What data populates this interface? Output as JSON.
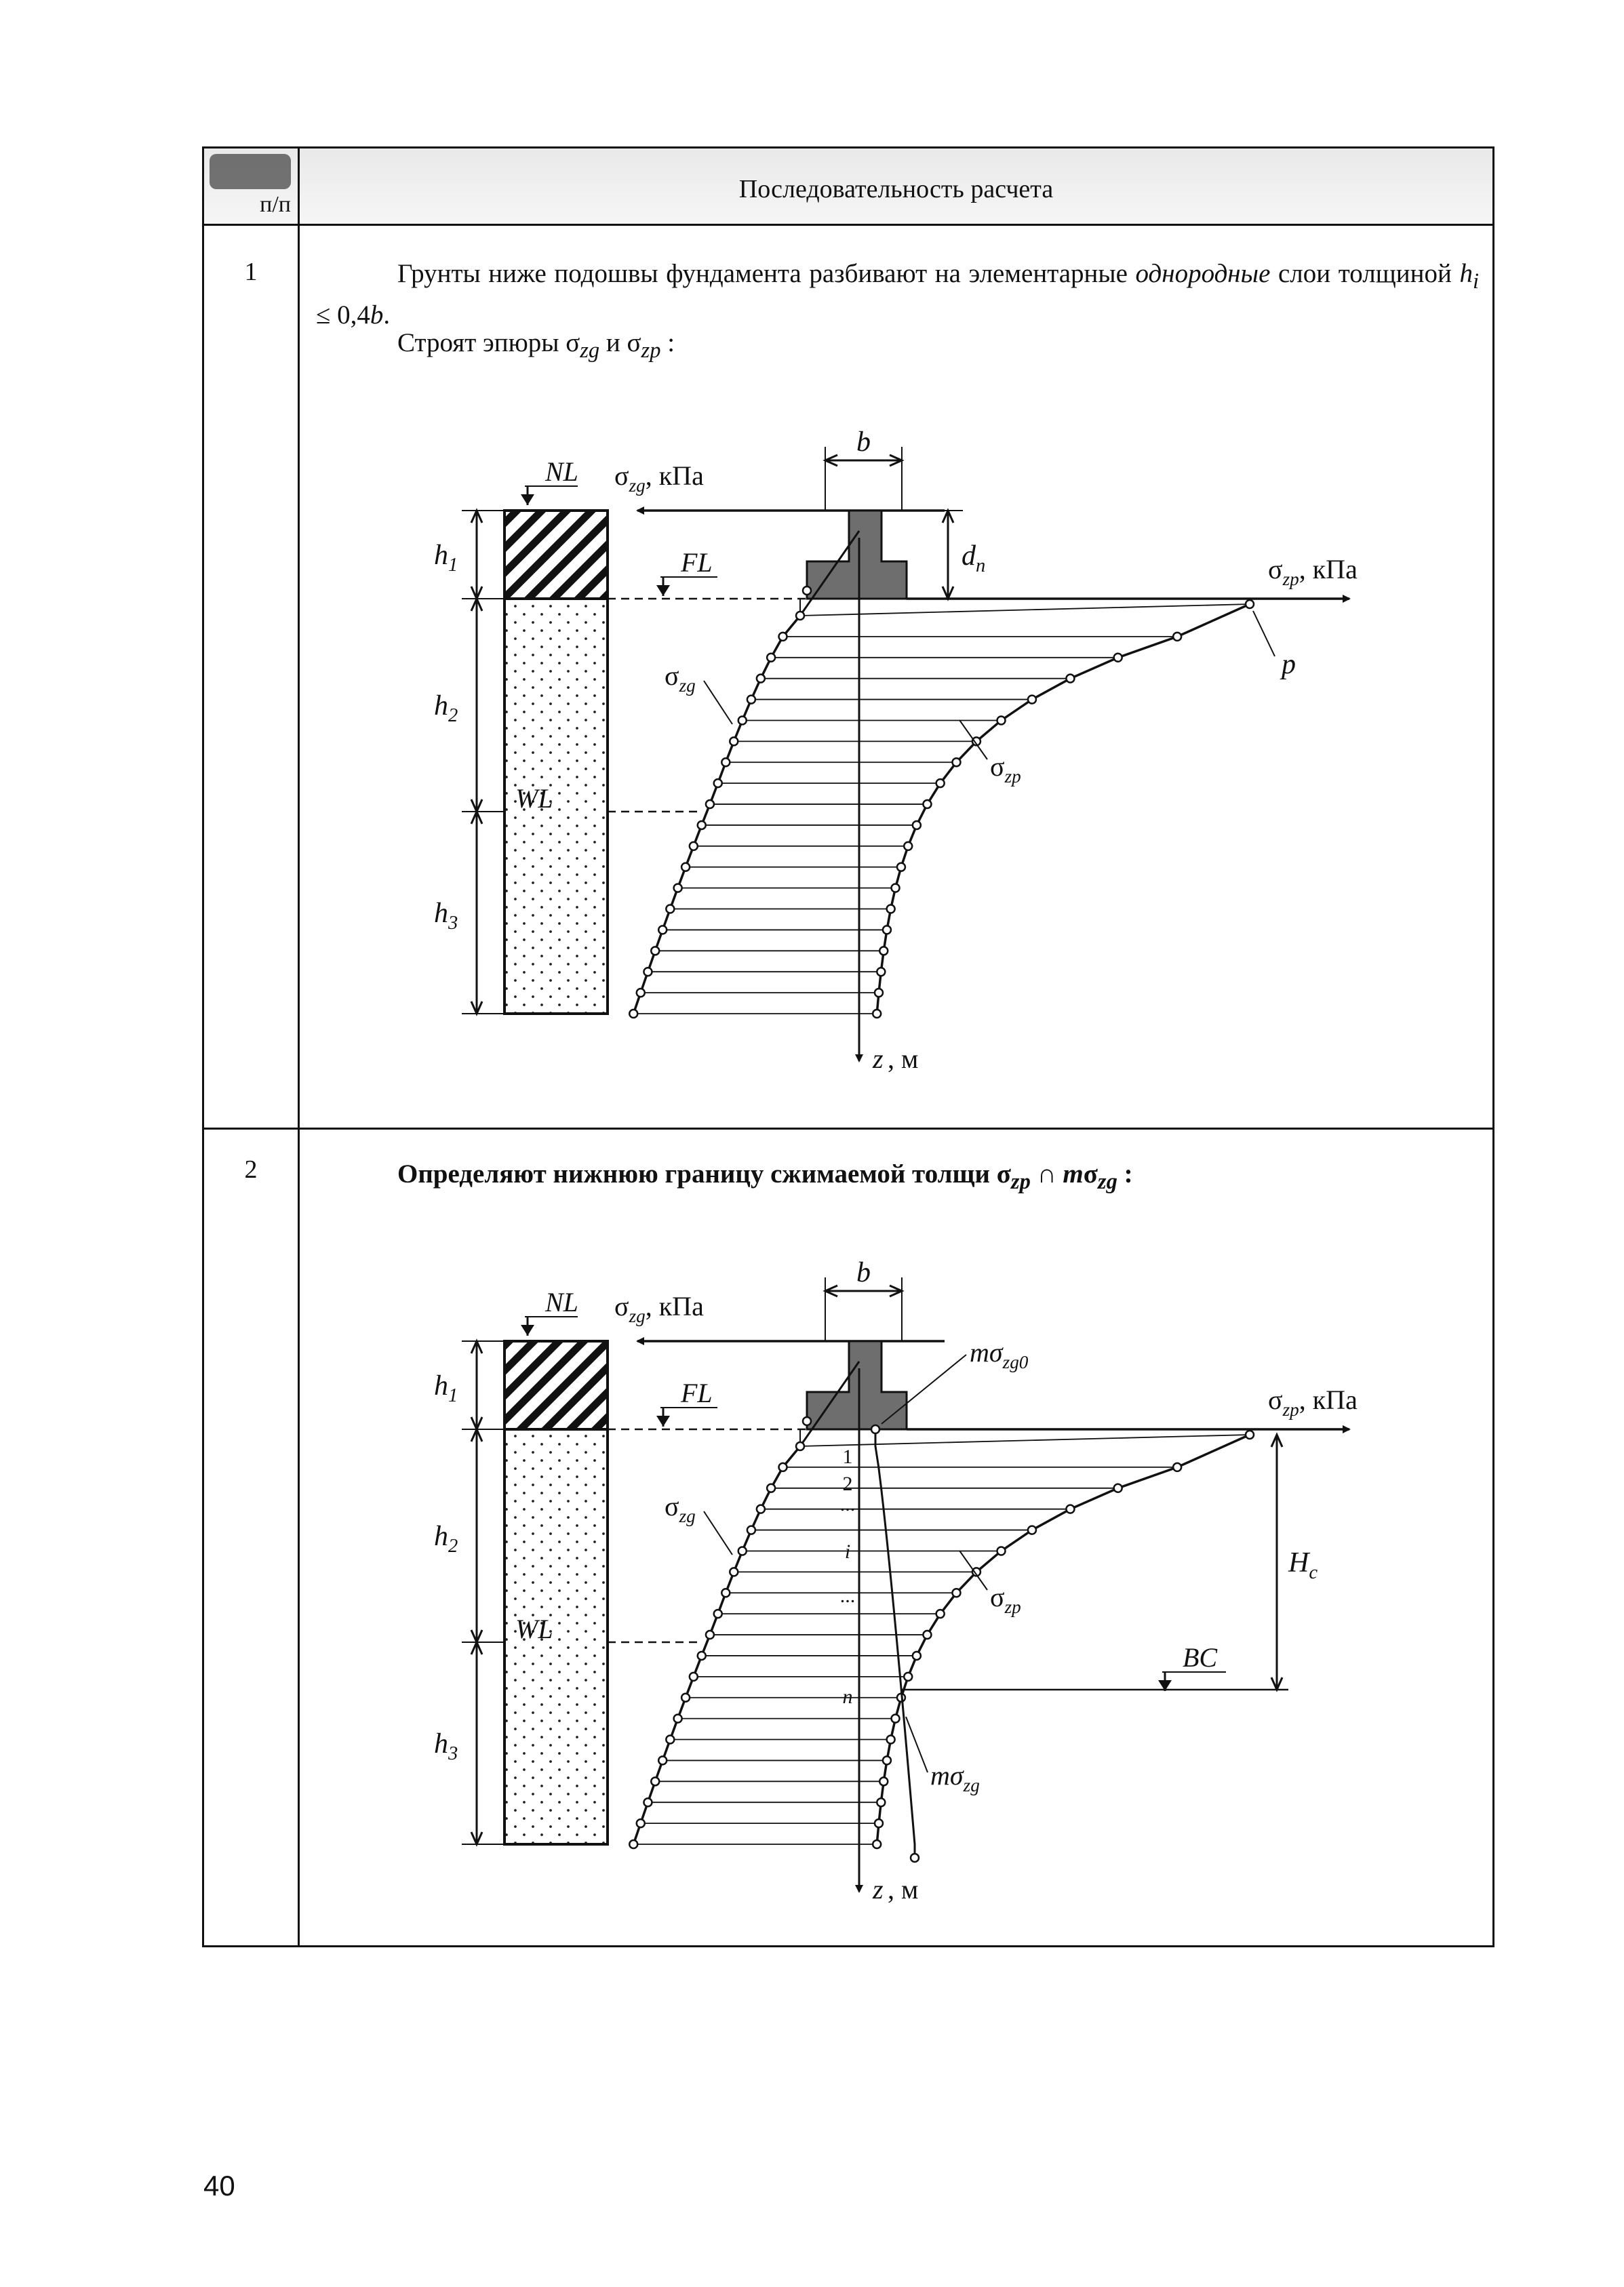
{
  "header": {
    "num_label": "п/п",
    "title": "Последовательность расчета"
  },
  "rows": [
    {
      "number": "1",
      "line1_a": "Грунты ниже подошвы фундамента разбивают на элементарные ",
      "line1_italic": "однородные",
      "line1_b": " слои толщиной ",
      "line1_formula": "h",
      "line1_sub": "i",
      "line1_c": " ≤ 0,4",
      "line1_b_italic": "b",
      "line1_end": ".",
      "line2_a": "Строят эпюры σ",
      "line2_sub1": "zg",
      "line2_b": " и σ",
      "line2_sub2": "zp",
      "line2_c": " :"
    },
    {
      "number": "2",
      "text_a": "Определяют нижнюю границу сжимаемой толщи σ",
      "sub1": "zp",
      "text_b": " ∩ ",
      "text_m": "m",
      "text_c": "σ",
      "sub2": "zg",
      "text_d": " :"
    }
  ],
  "diagram_labels": {
    "NL": "NL",
    "FL": "FL",
    "WL": "WL",
    "BC": "BC",
    "h1": "h",
    "h1_sub": "1",
    "h2": "h",
    "h2_sub": "2",
    "h3": "h",
    "h3_sub": "3",
    "b": "b",
    "dn": "d",
    "dn_sub": "n",
    "sigma_zg_axis": "σ",
    "sigma_zg_axis_sub": "zg",
    "sigma_zg_axis_unit": ", кПа",
    "sigma_zp_axis": "σ",
    "sigma_zp_axis_sub": "zp",
    "sigma_zp_axis_unit": ", кПа",
    "sigma_zg": "σ",
    "sigma_zg_sub": "zg",
    "sigma_zp": "σ",
    "sigma_zp_sub": "zp",
    "p": "p",
    "z_axis": "z",
    "z_axis_unit": ", м",
    "Hc": "H",
    "Hc_sub": "c",
    "m_sigma_zg0": "mσ",
    "m_sigma_zg0_sub": "zg0",
    "m_sigma_zg": "mσ",
    "m_sigma_zg_sub": "zg",
    "layer_1": "1",
    "layer_2": "2",
    "layer_dots1": "...",
    "layer_i": "i",
    "layer_dots2": "...",
    "layer_n": "n"
  },
  "page_number": "40"
}
